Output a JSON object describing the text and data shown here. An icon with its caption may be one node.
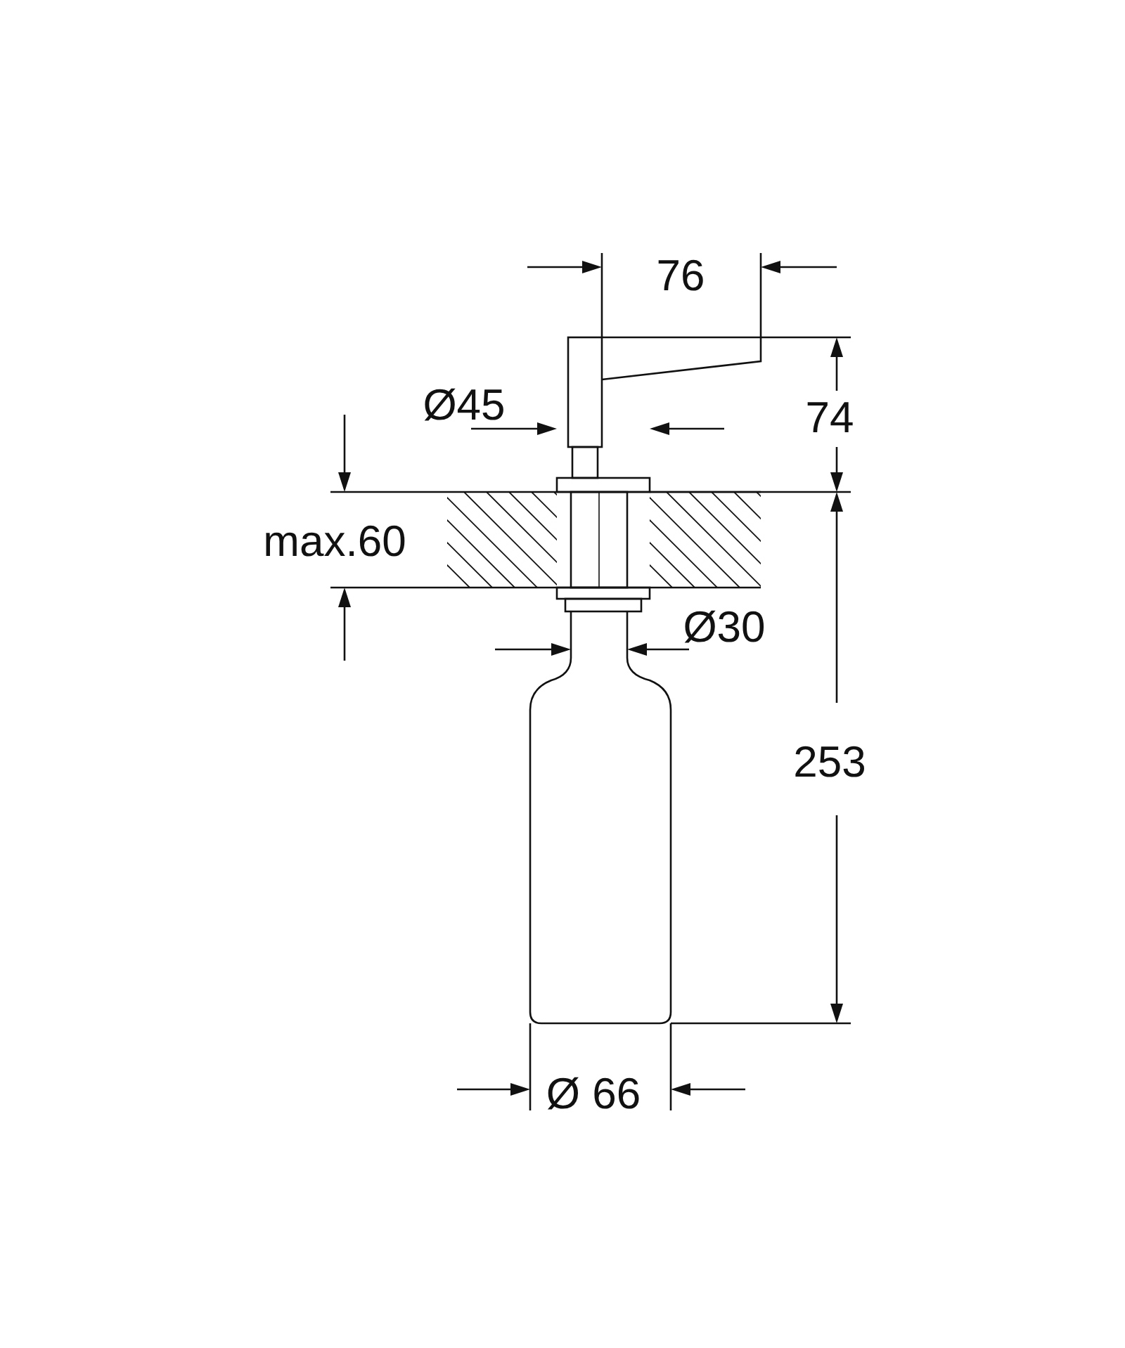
{
  "diagram": {
    "labels": [
      "76",
      "74",
      "Ø45",
      "max.60",
      "Ø30",
      "253",
      "Ø 66"
    ]
  }
}
